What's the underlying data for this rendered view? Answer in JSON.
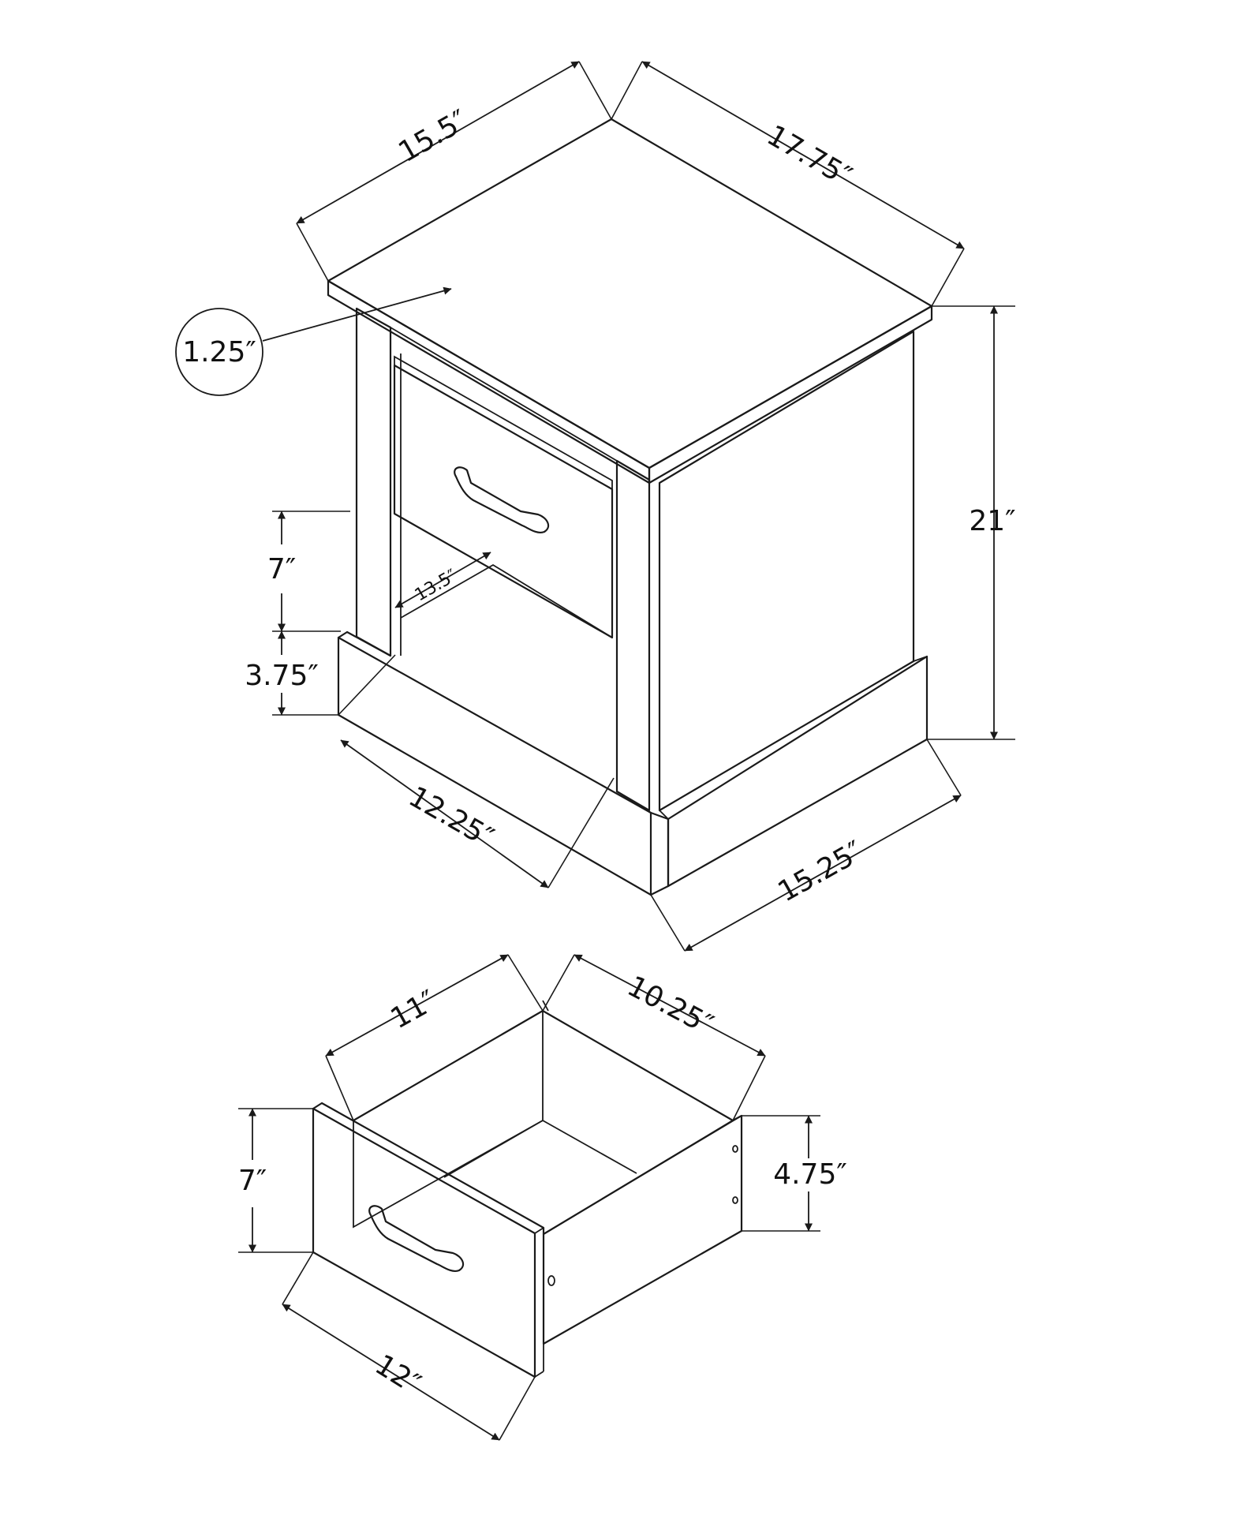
{
  "diagram": {
    "type": "dimension-drawing",
    "subject": "nightstand with one drawer",
    "dimensions": {
      "top_depth": "15.5″",
      "top_width": "17.75″",
      "top_thickness": "1.25″",
      "height": "21″",
      "opening_height": "7″",
      "plinth_height": "3.75″",
      "opening_depth": "13.5″",
      "base_depth": "12.25″",
      "base_width": "15.25″"
    },
    "drawer": {
      "inner_depth": "11″",
      "inner_width": "10.25″",
      "front_height": "7″",
      "side_height": "4.75″",
      "front_width": "12″"
    }
  }
}
